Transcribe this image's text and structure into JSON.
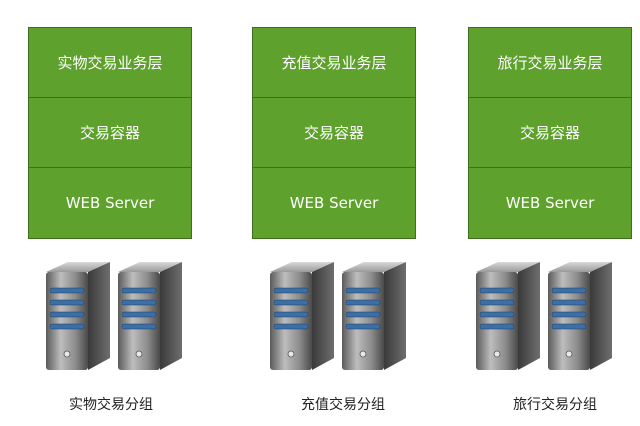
{
  "colors": {
    "layer_fill": "#5ea12c",
    "layer_border": "#3f6f1d",
    "layer_text": "#ffffff",
    "server_body": "#8a8a8a",
    "server_stripe": "#3d6fa6"
  },
  "icons": [
    "server-icon"
  ],
  "groups": [
    {
      "layers": [
        "实物交易业务层",
        "交易容器",
        "WEB Server"
      ],
      "label": "实物交易分组"
    },
    {
      "layers": [
        "充值交易业务层",
        "交易容器",
        "WEB Server"
      ],
      "label": "充值交易分组"
    },
    {
      "layers": [
        "旅行交易业务层",
        "交易容器",
        "WEB Server"
      ],
      "label": "旅行交易分组"
    }
  ]
}
